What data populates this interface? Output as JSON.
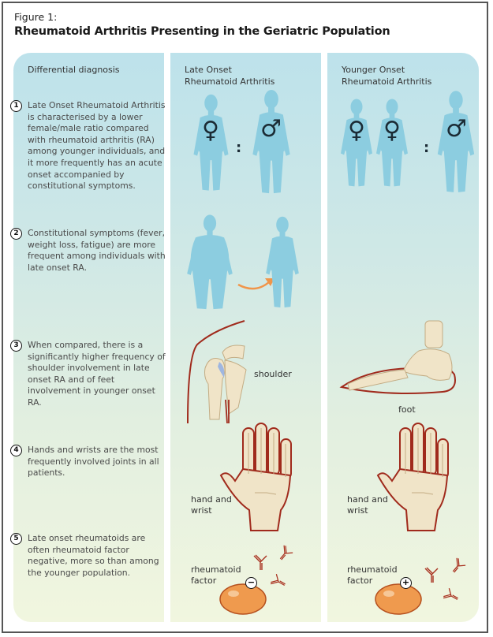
{
  "figure": {
    "label": "Figure 1:",
    "title": "Rheumatoid Arthritis Presenting in the Geriatric Population"
  },
  "columns": {
    "left": {
      "header": "Differential diagnosis"
    },
    "middle": {
      "header_line1": "Late Onset",
      "header_line2": "Rheumatoid Arthritis"
    },
    "right": {
      "header_line1": "Younger Onset",
      "header_line2": "Rheumatoid Arthritis"
    }
  },
  "items": [
    {
      "number": "1",
      "text": "Late Onset Rheumatoid Arthritis is characterised by a lower female/male ratio compared with rheumatoid arthritis (RA) among younger individuals, and it more frequently has an acute onset accompanied by constitutional symptoms."
    },
    {
      "number": "2",
      "text": "Constitutional symptoms (fever, weight loss, fatigue) are more frequent among individuals with late onset RA."
    },
    {
      "number": "3",
      "text": "When compared, there is a significantly higher frequency of shoulder involvement in late onset RA and of feet involvement in younger onset RA."
    },
    {
      "number": "4",
      "text": "Hands and wrists are the most frequently involved joints in all patients."
    },
    {
      "number": "5",
      "text": "Late onset rheumatoids are often rheumatoid factor negative, more so than among the younger population."
    }
  ],
  "ratio": {
    "separator": ":",
    "female_symbol": "♀",
    "male_symbol": "♂"
  },
  "labels": {
    "shoulder": "shoulder",
    "foot": "foot",
    "hand_line1": "hand and",
    "hand_line2": "wrist",
    "rf_line1": "rheumatoid",
    "rf_line2": "factor",
    "rf_negative": "−",
    "rf_positive": "+"
  },
  "colors": {
    "silhouette": "#8ccde0",
    "bone": "#f0e4c8",
    "tendon": "#a02a1c",
    "cell": "#ef9a4e",
    "arrow": "#f0954a"
  }
}
